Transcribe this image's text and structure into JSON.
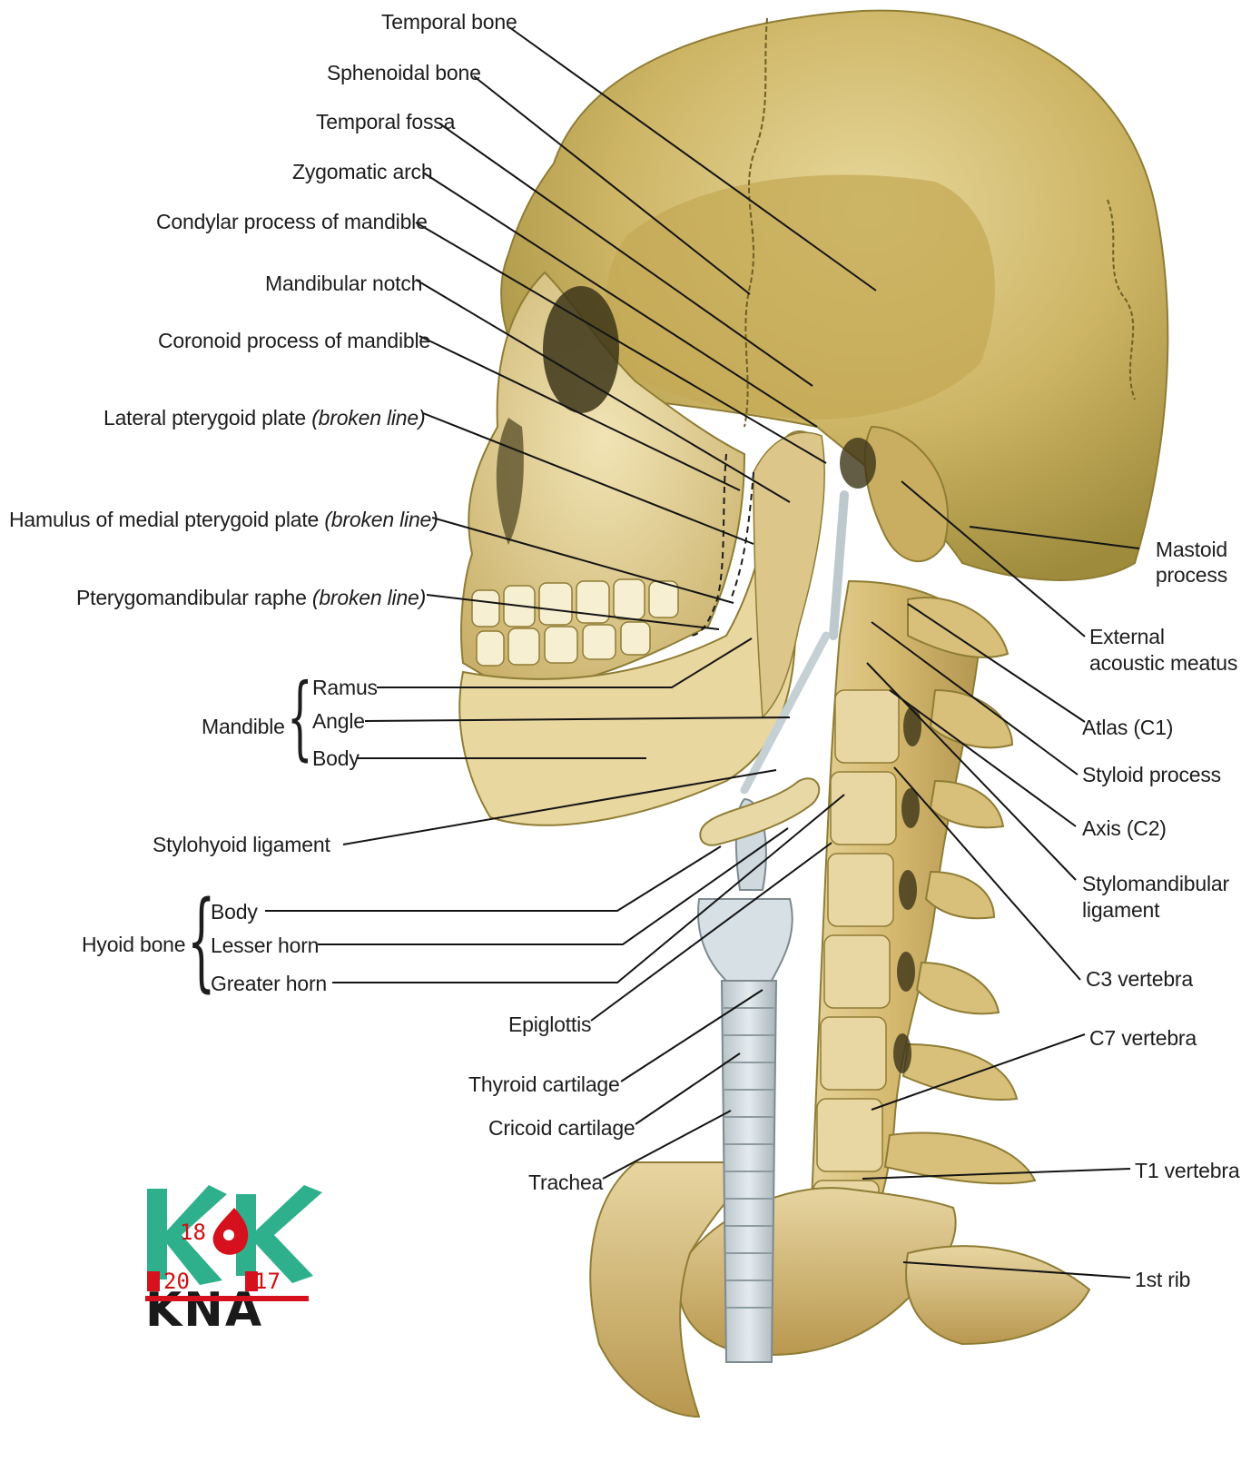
{
  "labels": {
    "temporal_bone": "Temporal bone",
    "sphenoidal_bone": "Sphenoidal bone",
    "temporal_fossa": "Temporal fossa",
    "zygomatic_arch": "Zygomatic arch",
    "condylar_process": "Condylar process of mandible",
    "mandibular_notch": "Mandibular notch",
    "coronoid_process": "Coronoid process of mandible",
    "lateral_pterygoid": "Lateral pterygoid plate",
    "lateral_pterygoid_note": "(broken line)",
    "hamulus": "Hamulus of medial pterygoid plate",
    "hamulus_note": "(broken line)",
    "pterygomandibular_raphe": "Pterygomandibular raphe",
    "pterygomandibular_note": "(broken line)",
    "mandible": "Mandible",
    "ramus": "Ramus",
    "angle": "Angle",
    "mandible_body": "Body",
    "stylohyoid_ligament": "Stylohyoid ligament",
    "hyoid_bone": "Hyoid bone",
    "hyoid_body": "Body",
    "lesser_horn": "Lesser horn",
    "greater_horn": "Greater horn",
    "epiglottis": "Epiglottis",
    "thyroid_cartilage": "Thyroid cartilage",
    "cricoid_cartilage": "Cricoid cartilage",
    "trachea": "Trachea",
    "mastoid_line1": "Mastoid",
    "mastoid_line2": "process",
    "external_line1": "External",
    "external_line2": "acoustic meatus",
    "atlas": "Atlas (C1)",
    "styloid_process": "Styloid process",
    "axis": "Axis (C2)",
    "stylomandibular_line1": "Stylomandibular",
    "stylomandibular_line2": "ligament",
    "c3_vertebra": "C3 vertebra",
    "c7_vertebra": "C7 vertebra",
    "t1_vertebra": "T1 vertebra",
    "first_rib": "1st rib"
  },
  "logo": {
    "num_18": "18",
    "num_20": "20",
    "num_17": "17",
    "text": "KNA",
    "green": "#2fb08c",
    "red": "#d6101c"
  },
  "colors": {
    "bone_light": "#efe2b4",
    "bone_mid": "#d8c17a",
    "bone_dark": "#9c8a3a",
    "cartilage": "#c8d3d9",
    "leader": "#141414"
  }
}
